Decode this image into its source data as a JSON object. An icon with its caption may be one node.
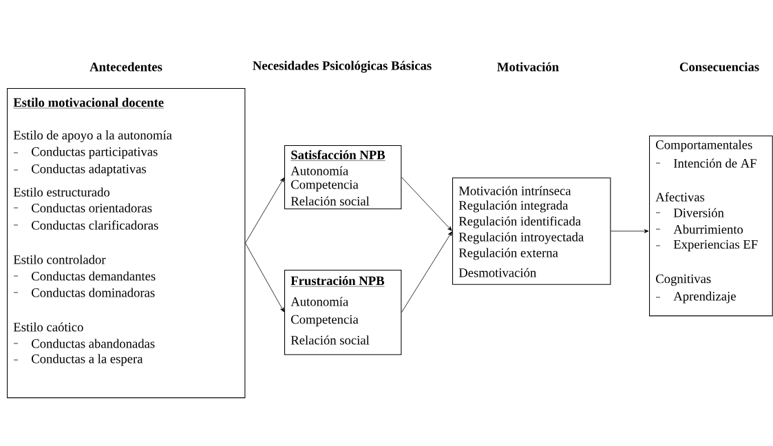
{
  "diagram": {
    "nodes": [
      {
        "text": [
          "Estilo motivacional docente",
          "Estilo de apoyo a la autonomía",
          "Conductas participativas",
          "Conductas adaptativas",
          "Estilo estructurado",
          "Conductas orientadoras",
          "Conductas clarificadoras",
          "Estilo controlador",
          "Conductas demandantes",
          "Conductas dominadoras",
          "Estilo caótico",
          "Conductas abandonadas",
          "Conductas a la espera"
        ]
      },
      {
        "text": [
          "Satisfacción NPB",
          "Autonomía",
          "Competencia",
          "Relación social"
        ]
      },
      {
        "text": [
          "Frustración NPB",
          "Autonomía",
          "Competencia",
          "Relación social"
        ]
      },
      {
        "text": [
          "Motivación intrínseca",
          "Regulación integrada",
          "Regulación identificada",
          "Regulación introyectada",
          "Regulación externa",
          "Desmotivación"
        ]
      },
      {
        "text": [
          "Comportamentales",
          "Intención de AF",
          "Afectivas",
          "Diversión",
          "Aburrimiento",
          "Experiencias EF",
          "Cognitivas",
          "Aprendizaje"
        ]
      }
    ],
    "edges": [
      {
        "from": 0,
        "to": 1,
        "arrow": "to"
      },
      {
        "from": 0,
        "to": 2,
        "arrow": "to"
      },
      {
        "from": 1,
        "to": 3,
        "arrow": "to"
      },
      {
        "from": 2,
        "to": 3,
        "arrow": "to"
      },
      {
        "from": 3,
        "to": 4,
        "arrow": "to"
      }
    ],
    "labels": [
      "Antecedentes",
      "Necesidades Psicológicas Básicas",
      "Motivación",
      "Consecuencias"
    ]
  }
}
